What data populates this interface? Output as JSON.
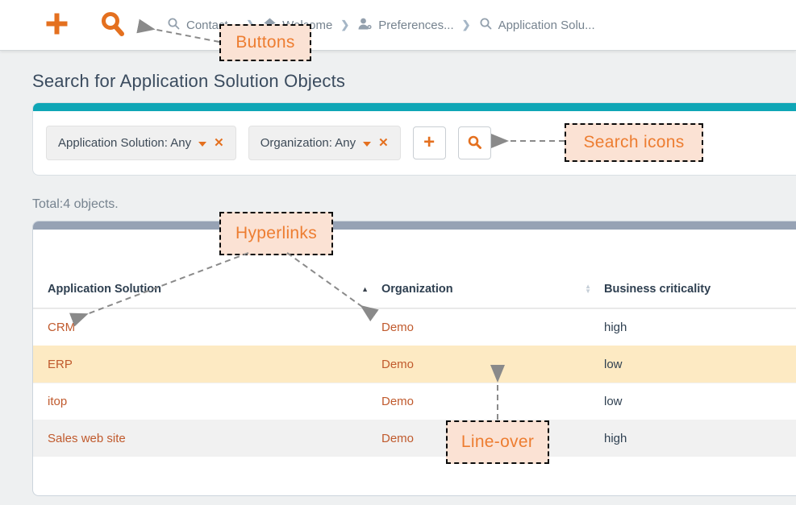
{
  "colors": {
    "accent_orange": "#e4701f",
    "link_orange": "#c05a2d",
    "teal_bar": "#0fa6b6",
    "table_top_bar": "#96a2b4",
    "row_hover_bg": "#fdeac3",
    "row_stripe_bg": "#f1f1f1",
    "annotation_bg": "#fbe2d4",
    "annotation_text": "#ed7d31"
  },
  "topbar": {
    "breadcrumb": [
      {
        "icon": "search-icon",
        "label": "Contact..."
      },
      {
        "icon": "home-icon",
        "label": "Welcome"
      },
      {
        "icon": "user-gear-icon",
        "label": "Preferences..."
      },
      {
        "icon": "search-icon",
        "label": "Application Solu..."
      }
    ]
  },
  "page": {
    "title": "Search for Application Solution Objects",
    "total_text": "Total:4 objects."
  },
  "search_panel": {
    "filters": [
      {
        "label": "Application Solution: Any"
      },
      {
        "label": "Organization: Any"
      }
    ],
    "add_button_glyph": "+"
  },
  "table": {
    "columns": [
      {
        "label": "Application Solution",
        "sort": "asc"
      },
      {
        "label": "Organization",
        "sort": "none"
      },
      {
        "label": "Business criticality",
        "sort": null
      }
    ],
    "rows": [
      {
        "application_solution": "CRM",
        "organization": "Demo",
        "business_criticality": "high",
        "state": "normal"
      },
      {
        "application_solution": "ERP",
        "organization": "Demo",
        "business_criticality": "low",
        "state": "line-over"
      },
      {
        "application_solution": "itop",
        "organization": "Demo",
        "business_criticality": "low",
        "state": "normal"
      },
      {
        "application_solution": "Sales web site",
        "organization": "Demo",
        "business_criticality": "high",
        "state": "striped"
      }
    ]
  },
  "annotations": {
    "buttons": "Buttons",
    "search_icons": "Search icons",
    "hyperlinks": "Hyperlinks",
    "line_over": "Line-over"
  }
}
